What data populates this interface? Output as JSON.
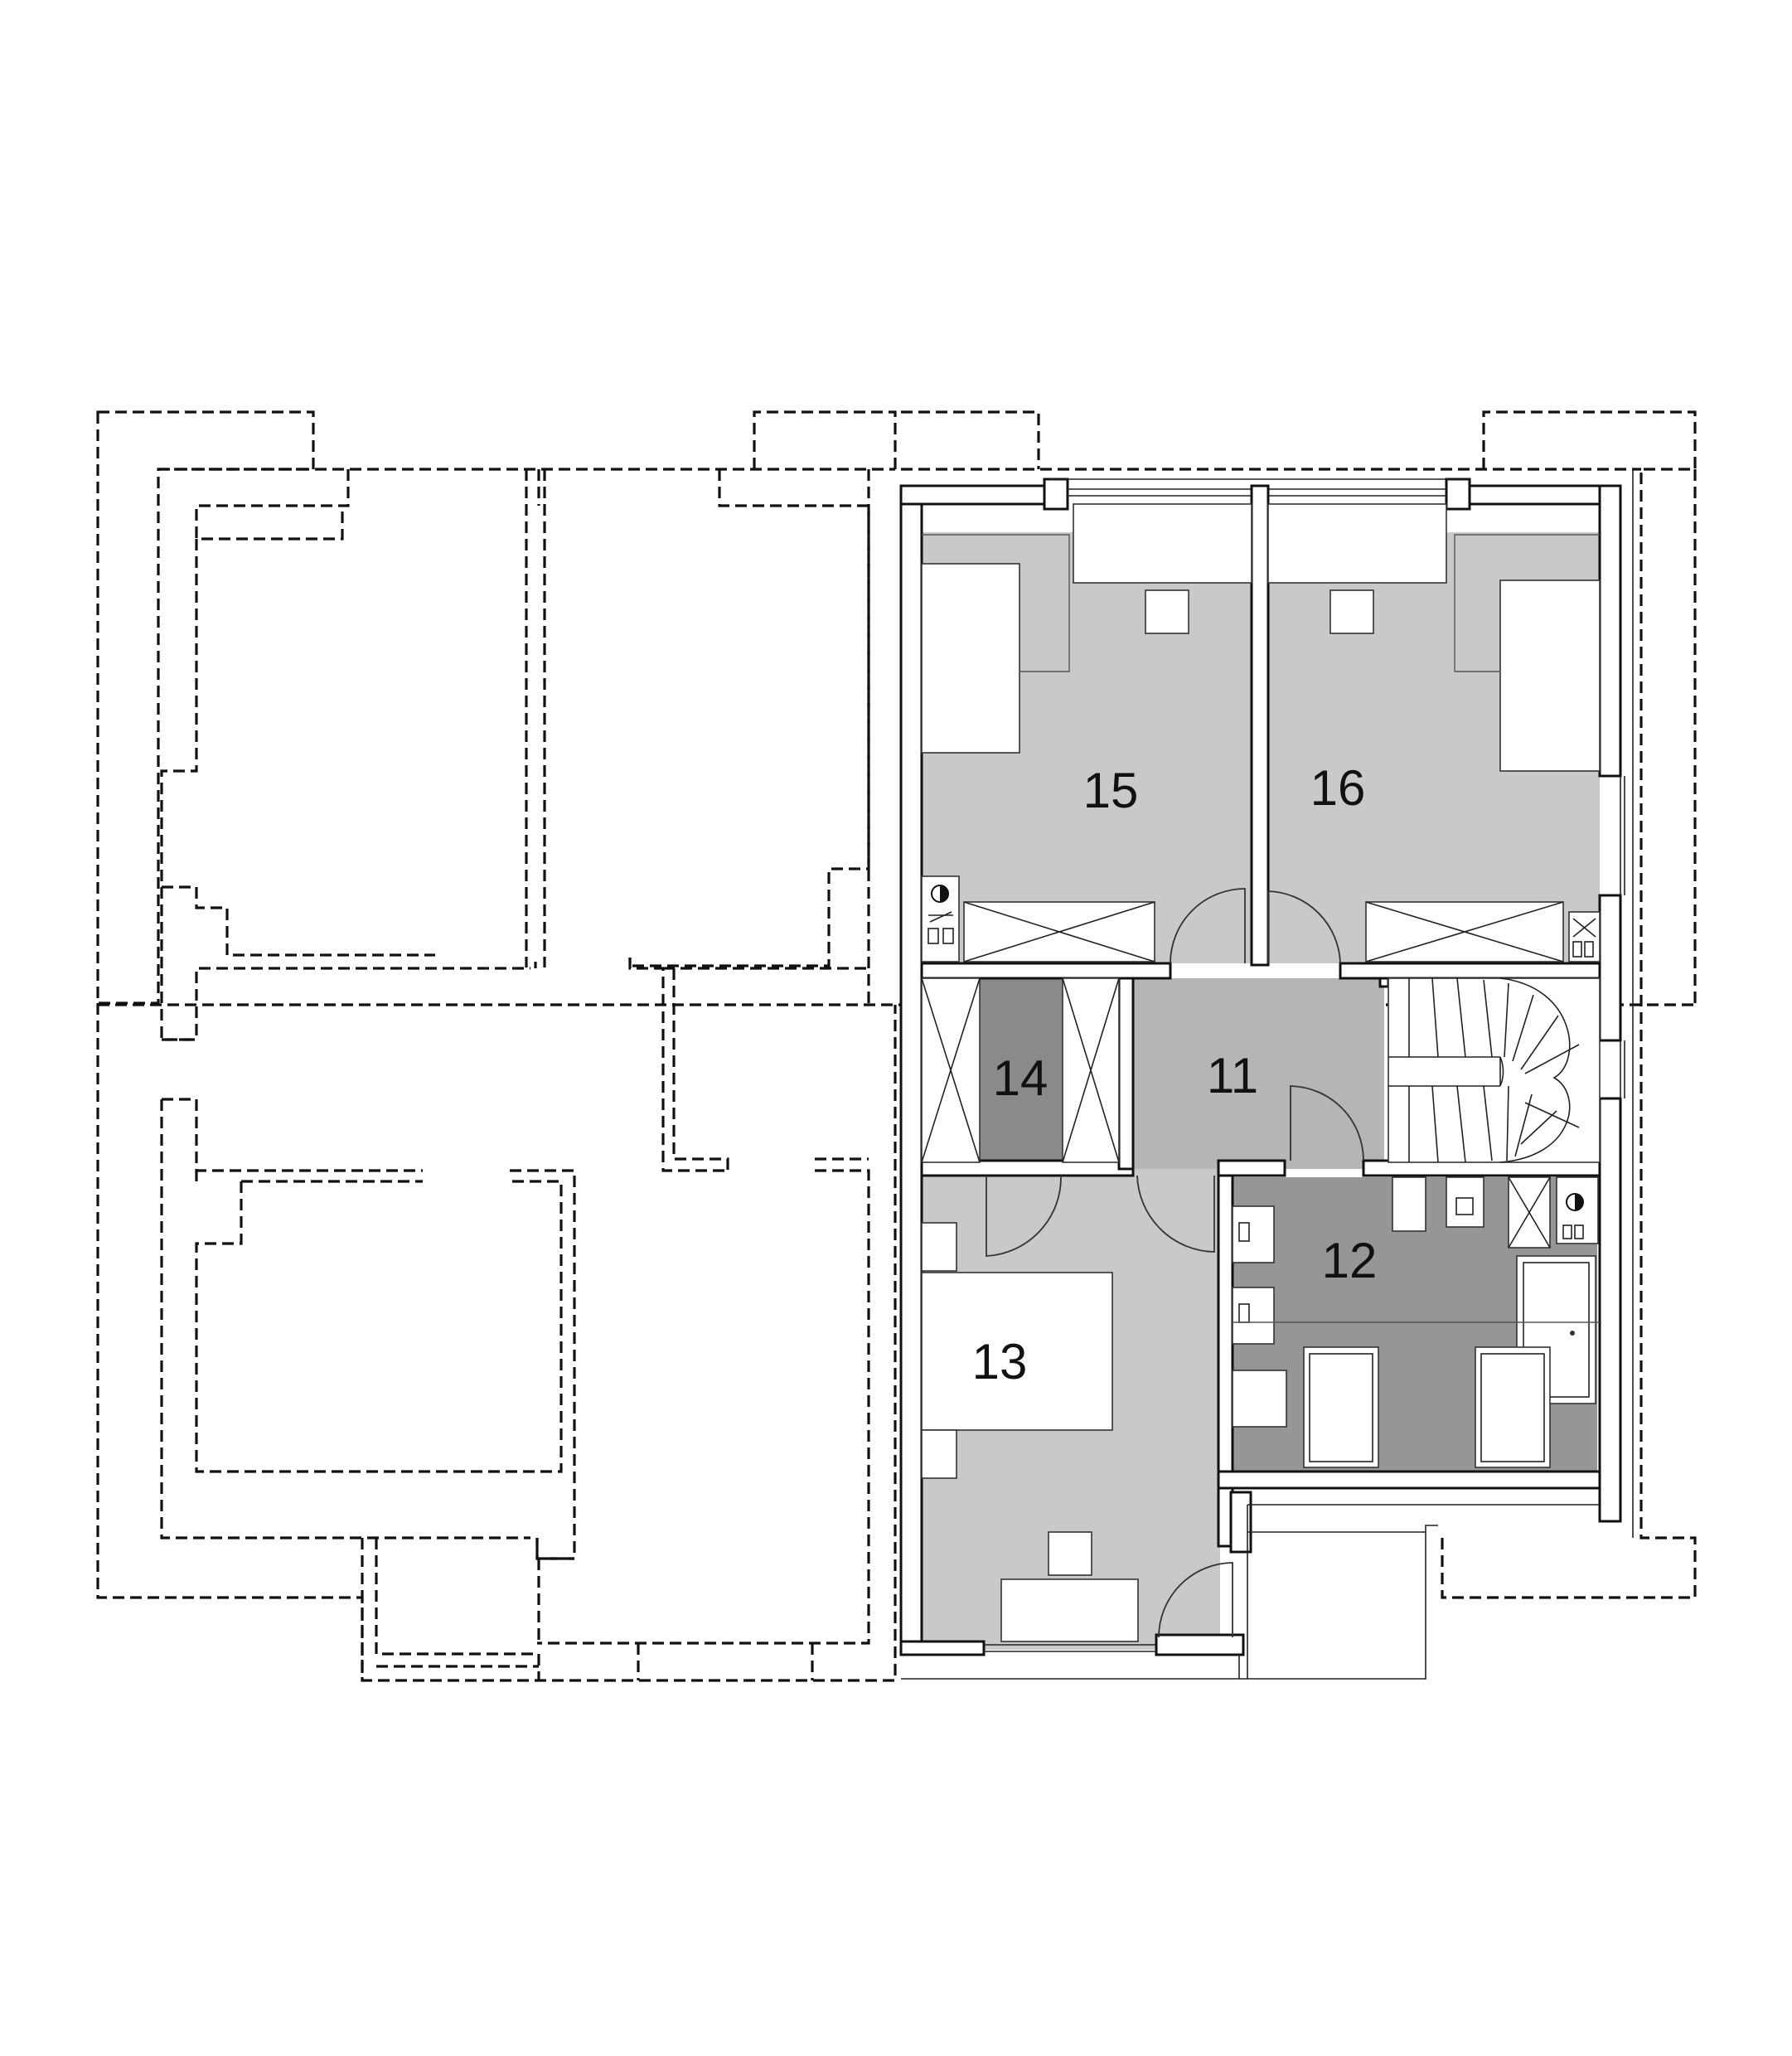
{
  "rooms": [
    {
      "id": "r15",
      "label": "15"
    },
    {
      "id": "r16",
      "label": "16"
    },
    {
      "id": "r14",
      "label": "14"
    },
    {
      "id": "r11",
      "label": "11"
    },
    {
      "id": "r12",
      "label": "12"
    },
    {
      "id": "r13",
      "label": "13"
    }
  ],
  "colors": {
    "bedroom_fill": "#c9c9c9",
    "hall_fill": "#b5b5b5",
    "bath_fill": "#969696",
    "wardrobe_fill": "#8a8a8a",
    "wall": "#111111"
  }
}
